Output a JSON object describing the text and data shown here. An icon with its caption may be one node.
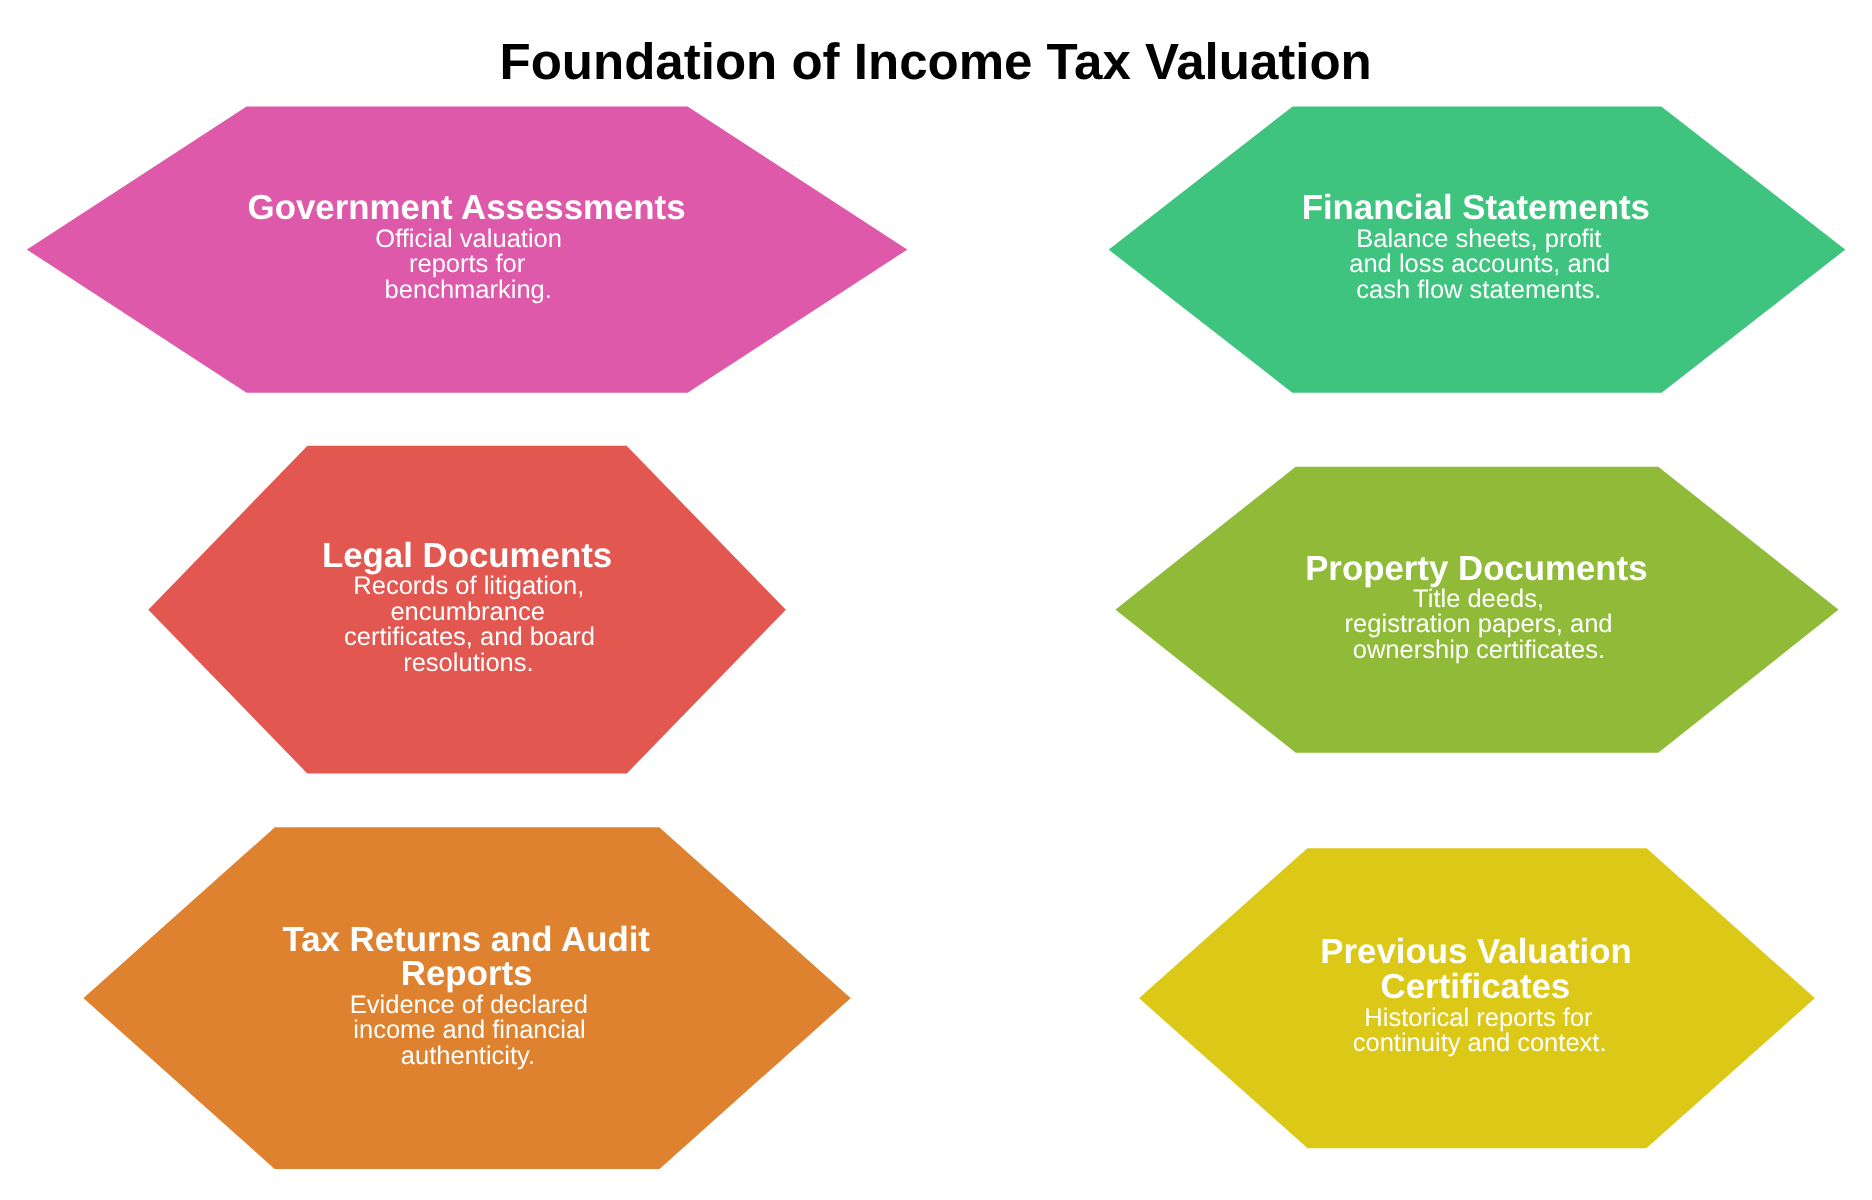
{
  "diagram": {
    "title": "Foundation of Income Tax Valuation",
    "nodes": [
      {
        "text": [
          "Government Assessments",
          "Official valuation reports for benchmarking."
        ]
      },
      {
        "text": [
          "Financial Statements",
          "Balance sheets, profit and loss accounts, and cash flow statements."
        ]
      },
      {
        "text": [
          "Legal Documents",
          "Records of litigation, encumbrance certificates, and board resolutions."
        ]
      },
      {
        "text": [
          "Property Documents",
          "Title deeds, registration papers, and ownership certificates."
        ]
      },
      {
        "text": [
          "Tax Returns and Audit Reports",
          "Evidence of declared income and financial authenticity."
        ]
      },
      {
        "text": [
          "Previous Valuation Certificates",
          "Historical reports for continuity and context."
        ]
      }
    ],
    "edges": []
  }
}
